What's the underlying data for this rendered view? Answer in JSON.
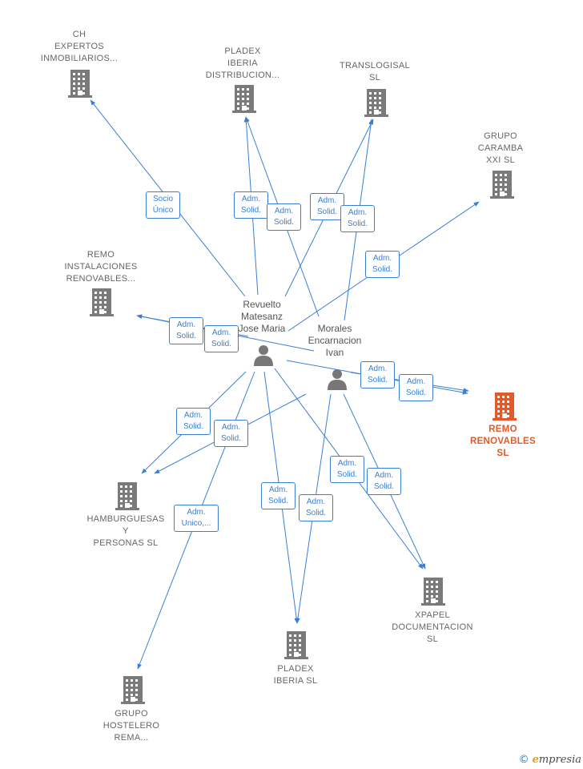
{
  "colors": {
    "edge": "#3a7fd5",
    "company_icon": "#7a7a7a",
    "company_icon_main": "#e05a2b",
    "person_icon": "#777777",
    "label_text": "#666666"
  },
  "companies": [
    {
      "id": "ch",
      "label": "CH\nEXPERTOS\nINMOBILIARIOS...",
      "main": false
    },
    {
      "id": "pladex_dist",
      "label": "PLADEX\nIBERIA\nDISTRIBUCION...",
      "main": false
    },
    {
      "id": "translogisal",
      "label": "TRANSLOGISAL\nSL",
      "main": false
    },
    {
      "id": "caramba",
      "label": "GRUPO\nCARAMBA\nXXI  SL",
      "main": false
    },
    {
      "id": "remo_inst",
      "label": "REMO\nINSTALACIONES\nRENOVABLES...",
      "main": false
    },
    {
      "id": "remo_renov",
      "label": "REMO\nRENOVABLES\nSL",
      "main": true
    },
    {
      "id": "hamburguesas",
      "label": "HAMBURGUESAS\nY\nPERSONAS  SL",
      "main": false
    },
    {
      "id": "xpapel",
      "label": "XPAPEL\nDOCUMENTACION\nSL",
      "main": false
    },
    {
      "id": "pladex",
      "label": "PLADEX\nIBERIA  SL",
      "main": false
    },
    {
      "id": "hostelero",
      "label": "GRUPO\nHOSTELERO\nREMA...",
      "main": false
    }
  ],
  "persons": [
    {
      "id": "revuelto",
      "label": "Revuelto\nMatesanz\nJose Maria"
    },
    {
      "id": "morales",
      "label": "Morales\nEncarnacion\nIvan"
    }
  ],
  "edges": [
    {
      "from": "revuelto",
      "to": "ch",
      "label": "Socio\nÚnico"
    },
    {
      "from": "revuelto",
      "to": "pladex_dist",
      "label": "Adm.\nSolid."
    },
    {
      "from": "morales",
      "to": "pladex_dist",
      "label": "Adm.\nSolid."
    },
    {
      "from": "revuelto",
      "to": "translogisal",
      "label": "Adm.\nSolid."
    },
    {
      "from": "morales",
      "to": "translogisal",
      "label": "Adm.\nSolid."
    },
    {
      "from": "revuelto",
      "to": "caramba",
      "label": "Adm.\nSolid."
    },
    {
      "from": "revuelto",
      "to": "remo_inst",
      "label": "Adm.\nSolid."
    },
    {
      "from": "morales",
      "to": "remo_inst",
      "label": "Adm.\nSolid."
    },
    {
      "from": "revuelto",
      "to": "remo_renov",
      "label": "Adm.\nSolid."
    },
    {
      "from": "morales",
      "to": "remo_renov",
      "label": "Adm.\nSolid."
    },
    {
      "from": "revuelto",
      "to": "hamburguesas",
      "label": "Adm.\nSolid."
    },
    {
      "from": "morales",
      "to": "hamburguesas",
      "label": "Adm.\nSolid."
    },
    {
      "from": "revuelto",
      "to": "hostelero",
      "label": "Adm.\nUnico,..."
    },
    {
      "from": "revuelto",
      "to": "pladex",
      "label": "Adm.\nSolid."
    },
    {
      "from": "morales",
      "to": "pladex",
      "label": "Adm.\nSolid."
    },
    {
      "from": "revuelto",
      "to": "xpapel",
      "label": "Adm.\nSolid."
    },
    {
      "from": "morales",
      "to": "xpapel",
      "label": "Adm.\nSolid."
    }
  ],
  "footer": {
    "copyright": "©",
    "brand_initial": "e",
    "brand_rest": "mpresia"
  }
}
